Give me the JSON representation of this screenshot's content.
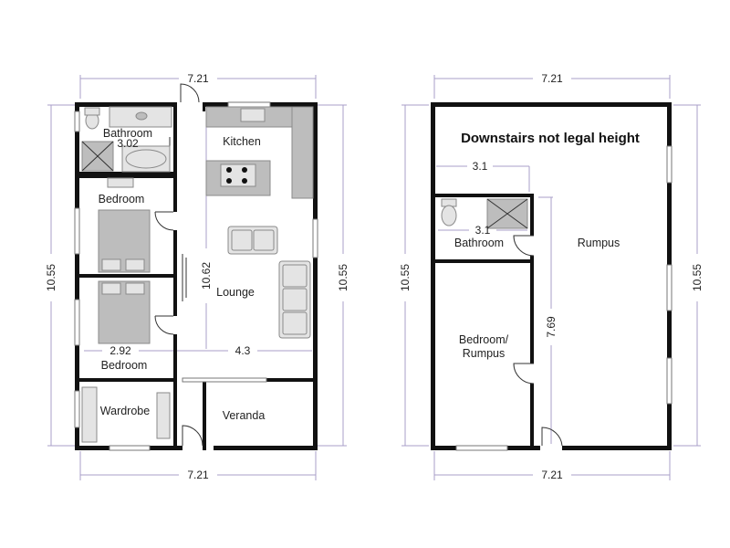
{
  "ground_floor": {
    "rooms": {
      "bathroom": "Bathroom",
      "kitchen": "Kitchen",
      "bedroom_1": "Bedroom",
      "lounge": "Lounge",
      "bedroom_2": "Bedroom",
      "wardrobe": "Wardrobe",
      "veranda": "Veranda"
    },
    "dimensions": {
      "top_width": "7.21",
      "bottom_width": "7.21",
      "left_height": "10.55",
      "right_height": "10.55",
      "bathroom_width": "3.02",
      "interior_height": "10.62",
      "bedroom_width": "2.92",
      "lounge_width": "4.3"
    }
  },
  "downstairs": {
    "note": "Downstairs not legal height",
    "rooms": {
      "bathroom": "Bathroom",
      "rumpus": "Rumpus",
      "bedroom_rumpus_line1": "Bedroom/",
      "bedroom_rumpus_line2": "Rumpus"
    },
    "dimensions": {
      "top_width": "7.21",
      "bottom_width": "7.21",
      "left_height": "10.55",
      "right_height": "10.55",
      "bathroom_width": "3.1",
      "bathroom_inner": "3.1",
      "rumpus_height": "7.69"
    }
  }
}
